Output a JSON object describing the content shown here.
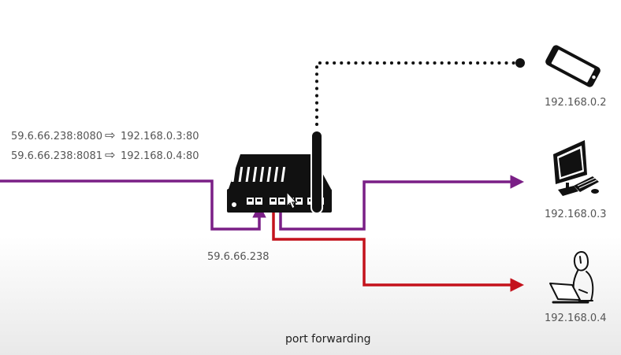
{
  "forwarding_rules": [
    {
      "external": "59.6.66.238:8080",
      "arrow": "⇨",
      "internal": "192.168.0.3:80"
    },
    {
      "external": "59.6.66.238:8081",
      "arrow": "⇨",
      "internal": "192.168.0.4:80"
    }
  ],
  "router": {
    "public_ip": "59.6.66.238",
    "icon": "wireless-router-icon"
  },
  "devices": [
    {
      "type": "smartphone",
      "icon": "smartphone-icon",
      "ip": "192.168.0.2",
      "link": "wireless (dotted)"
    },
    {
      "type": "desktop computer",
      "icon": "desktop-computer-icon",
      "ip": "192.168.0.3",
      "link": "wired"
    },
    {
      "type": "laptop user",
      "icon": "person-with-laptop-icon",
      "ip": "192.168.0.4",
      "link": "wired"
    }
  ],
  "caption": "port forwarding",
  "colors": {
    "path_purple": "#7a1f86",
    "path_red": "#c4121c",
    "line_dark": "#111111",
    "label_gray": "#555555"
  }
}
